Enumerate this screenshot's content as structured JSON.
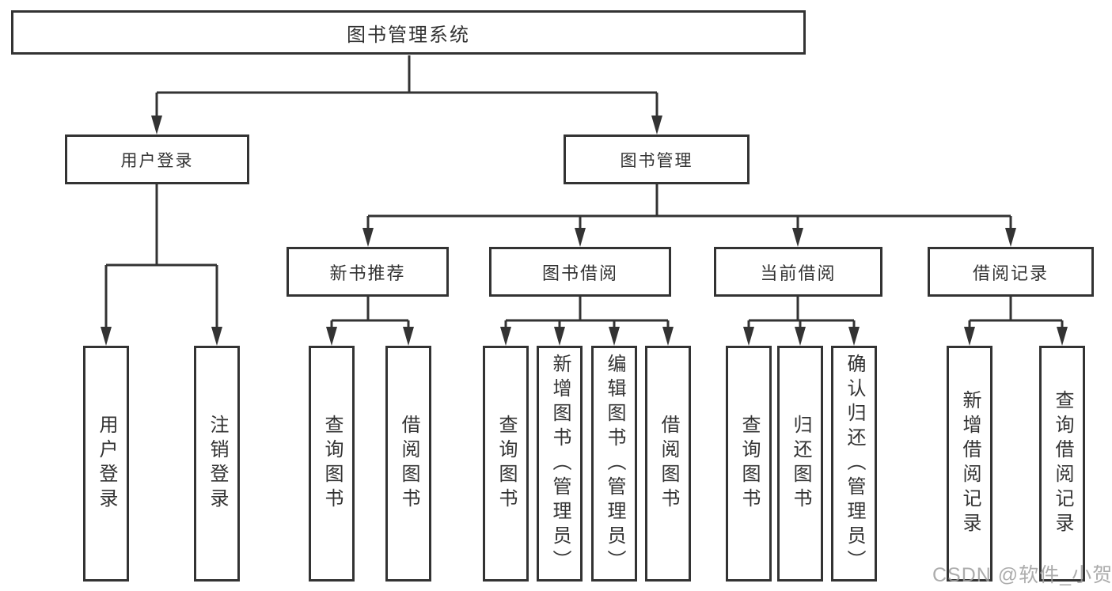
{
  "watermark": "CSDN @软件_小贺同学",
  "colors": {
    "line": "#333333",
    "text": "#333333",
    "background": "#ffffff",
    "watermark": "#9e9e9e"
  },
  "tree": {
    "root": {
      "label": "图书管理系统"
    },
    "login_branch": {
      "label": "用户登录",
      "children": [
        {
          "label": "用户登录"
        },
        {
          "label": "注销登录"
        }
      ]
    },
    "management_branch": {
      "label": "图书管理",
      "sections": [
        {
          "label": "新书推荐",
          "children": [
            {
              "label": "查询图书"
            },
            {
              "label": "借阅图书"
            }
          ]
        },
        {
          "label": "图书借阅",
          "children": [
            {
              "label": "查询图书"
            },
            {
              "label": "新增图书（管理员）"
            },
            {
              "label": "编辑图书（管理员）"
            },
            {
              "label": "借阅图书"
            }
          ]
        },
        {
          "label": "当前借阅",
          "children": [
            {
              "label": "查询图书"
            },
            {
              "label": "归还图书"
            },
            {
              "label": "确认归还（管理员）"
            }
          ]
        },
        {
          "label": "借阅记录",
          "children": [
            {
              "label": "新增借阅记录"
            },
            {
              "label": "查询借阅记录"
            }
          ]
        }
      ]
    }
  }
}
